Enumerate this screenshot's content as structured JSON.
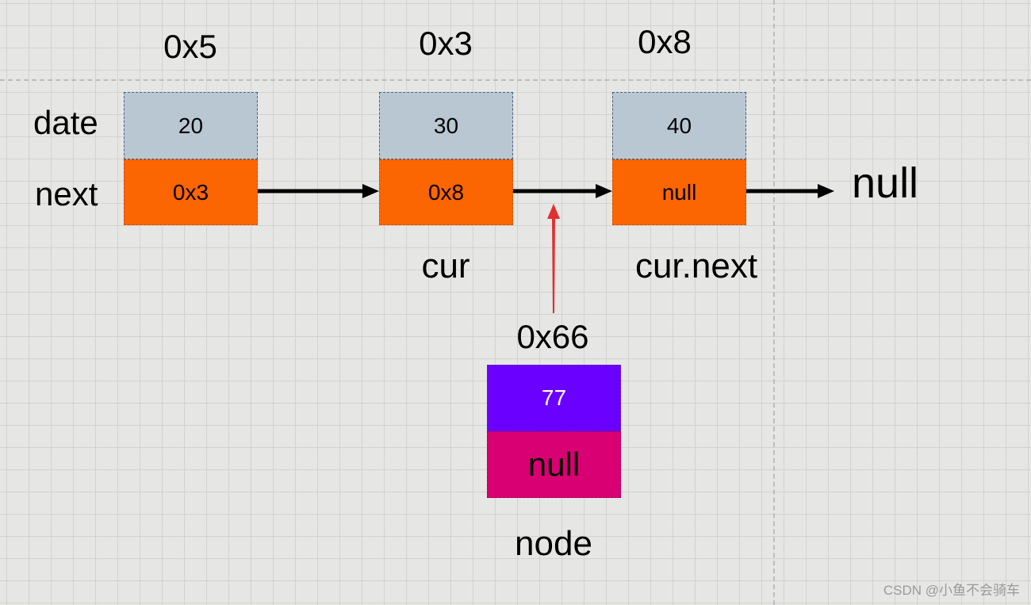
{
  "row_labels": {
    "data": "date",
    "next": "next"
  },
  "nodes": [
    {
      "address": "0x5",
      "data": "20",
      "next": "0x3",
      "caption": ""
    },
    {
      "address": "0x3",
      "data": "30",
      "next": "0x8",
      "caption": "cur"
    },
    {
      "address": "0x8",
      "data": "40",
      "next": "null",
      "caption": "cur.next"
    }
  ],
  "tail": "null",
  "new_node": {
    "address": "0x66",
    "data": "77",
    "next": "null",
    "caption": "node"
  },
  "colors": {
    "data_cell": "#b8c7d2",
    "next_cell": "#fb6502",
    "new_data_cell": "#6a00ff",
    "new_next_cell": "#d90073",
    "insert_arrow": "#e03030",
    "link_arrow": "#000000"
  },
  "watermark": "CSDN @小鱼不会骑车"
}
